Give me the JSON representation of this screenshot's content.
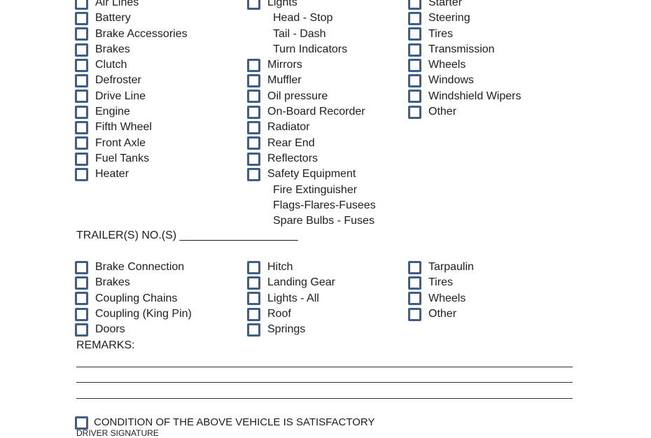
{
  "tractor": {
    "columns": [
      [
        {
          "label": "Air Lines",
          "checkbox": true
        },
        {
          "label": "Battery",
          "checkbox": true
        },
        {
          "label": "Brake Accessories",
          "checkbox": true
        },
        {
          "label": "Brakes",
          "checkbox": true
        },
        {
          "label": "Clutch",
          "checkbox": true
        },
        {
          "label": "Defroster",
          "checkbox": true
        },
        {
          "label": "Drive Line",
          "checkbox": true
        },
        {
          "label": "Engine",
          "checkbox": true
        },
        {
          "label": "Fifth Wheel",
          "checkbox": true
        },
        {
          "label": "Front Axle",
          "checkbox": true
        },
        {
          "label": "Fuel Tanks",
          "checkbox": true
        },
        {
          "label": "Heater",
          "checkbox": true
        }
      ],
      [
        {
          "label": "Lights",
          "checkbox": true
        },
        {
          "label": "Head - Stop",
          "checkbox": false
        },
        {
          "label": "Tail - Dash",
          "checkbox": false
        },
        {
          "label": "Turn Indicators",
          "checkbox": false
        },
        {
          "label": "Mirrors",
          "checkbox": true
        },
        {
          "label": "Muffler",
          "checkbox": true
        },
        {
          "label": "Oil pressure",
          "checkbox": true
        },
        {
          "label": "On-Board Recorder",
          "checkbox": true
        },
        {
          "label": "Radiator",
          "checkbox": true
        },
        {
          "label": "Rear End",
          "checkbox": true
        },
        {
          "label": "Reflectors",
          "checkbox": true
        },
        {
          "label": "Safety Equipment",
          "checkbox": true
        },
        {
          "label": "Fire Extinguisher",
          "checkbox": false
        },
        {
          "label": "Flags-Flares-Fusees",
          "checkbox": false
        },
        {
          "label": "Spare Bulbs - Fuses",
          "checkbox": false
        }
      ],
      [
        {
          "label": "Starter",
          "checkbox": true
        },
        {
          "label": "Steering",
          "checkbox": true
        },
        {
          "label": "Tires",
          "checkbox": true
        },
        {
          "label": "Transmission",
          "checkbox": true
        },
        {
          "label": "Wheels",
          "checkbox": true
        },
        {
          "label": "Windows",
          "checkbox": true
        },
        {
          "label": "Windshield Wipers",
          "checkbox": true
        },
        {
          "label": "Other",
          "checkbox": true
        }
      ]
    ]
  },
  "trailer_label": "TRAILER(S) NO.(S) ___________________",
  "trailer": {
    "columns": [
      [
        {
          "label": "Brake Connection",
          "checkbox": true
        },
        {
          "label": "Brakes",
          "checkbox": true
        },
        {
          "label": "Coupling Chains",
          "checkbox": true
        },
        {
          "label": "Coupling (King Pin)",
          "checkbox": true
        },
        {
          "label": "Doors",
          "checkbox": true
        }
      ],
      [
        {
          "label": "Hitch",
          "checkbox": true
        },
        {
          "label": "Landing Gear",
          "checkbox": true
        },
        {
          "label": "Lights - All",
          "checkbox": true
        },
        {
          "label": "Roof",
          "checkbox": true
        },
        {
          "label": "Springs",
          "checkbox": true
        }
      ],
      [
        {
          "label": "Tarpaulin",
          "checkbox": true
        },
        {
          "label": "Tires",
          "checkbox": true
        },
        {
          "label": "Wheels",
          "checkbox": true
        },
        {
          "label": "Other",
          "checkbox": true
        }
      ]
    ]
  },
  "remarks_label": "REMARKS:",
  "condition_label": "CONDITION OF THE ABOVE VEHICLE IS SATISFACTORY",
  "signature_label": "DRIVER SIGNATURE",
  "colors": {
    "checkbox": "#3d5f8a"
  }
}
